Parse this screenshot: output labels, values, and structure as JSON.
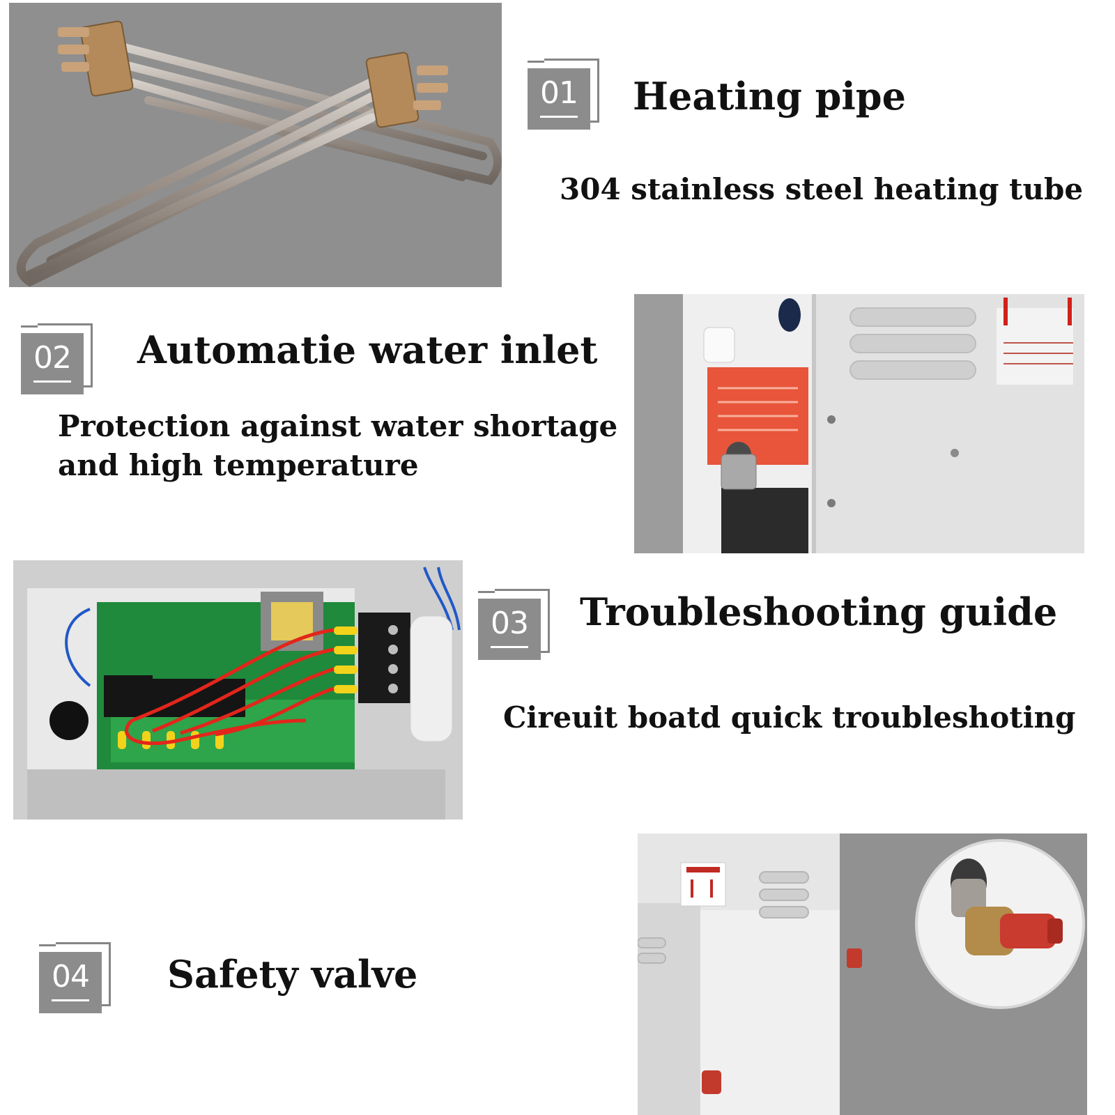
{
  "features": [
    {
      "number": "01",
      "title": "Heating pipe",
      "description": "304 stainless steel heating tube",
      "photo_icon": "heating-pipe"
    },
    {
      "number": "02",
      "title": "Automatie water inlet",
      "description_lines": [
        "Protection against water shortage",
        "and high temperature"
      ],
      "photo_icon": "steam-generator-side"
    },
    {
      "number": "03",
      "title": "Troubleshooting guide",
      "description": "Cireuit boatd quick troubleshoting",
      "photo_icon": "circuit-board"
    },
    {
      "number": "04",
      "title": "Safety valve",
      "photo_icon": "safety-valve"
    }
  ],
  "colors": {
    "badge_gray": "#8c8c8c",
    "photo_background": "#8d8d8d",
    "text": "#111111"
  }
}
